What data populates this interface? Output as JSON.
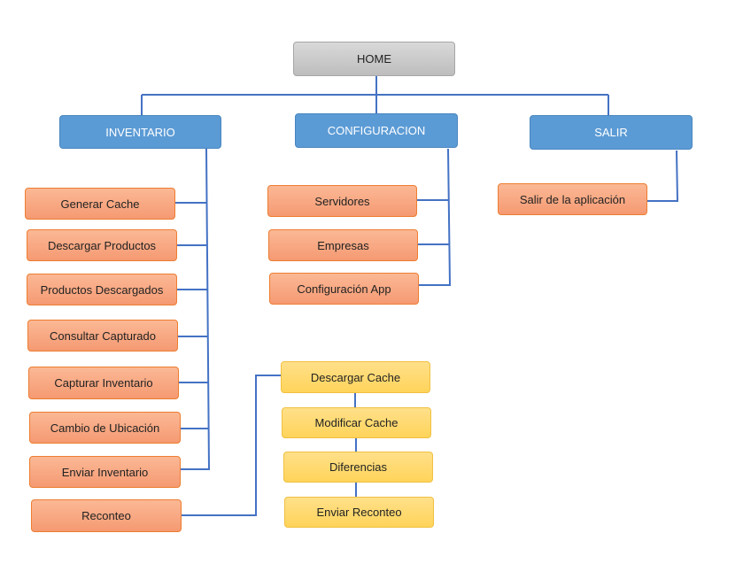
{
  "diagram": {
    "home": "HOME",
    "menus": {
      "inventario": "INVENTARIO",
      "configuracion": "CONFIGURACION",
      "salir": "SALIR"
    },
    "inventario_items": [
      "Generar Cache",
      "Descargar Productos",
      "Productos Descargados",
      "Consultar Capturado",
      "Capturar Inventario",
      "Cambio de Ubicación",
      "Enviar Inventario",
      "Reconteo"
    ],
    "configuracion_items": [
      "Servidores",
      "Empresas",
      "Configuración App"
    ],
    "salir_items": [
      "Salir de la aplicación"
    ],
    "reconteo_items": [
      "Descargar Cache",
      "Modificar Cache",
      "Diferencias",
      "Enviar Reconteo"
    ]
  },
  "colors": {
    "connector": "#4472c4",
    "main_fill": "#5b9bd5",
    "orange_fill": "#f8a77e",
    "yellow_fill": "#ffd966",
    "home_fill": "#c9c9c9"
  }
}
